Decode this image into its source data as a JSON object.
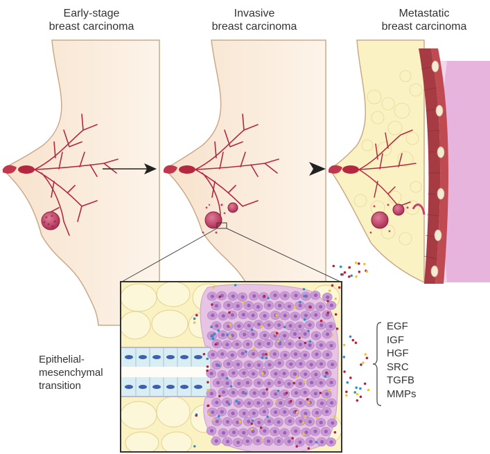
{
  "stage_titles": {
    "early": "Early-stage\nbreast carcinoma",
    "invasive": "Invasive\nbreast carcinoma",
    "metastatic": "Metastatic\nbreast carcinoma"
  },
  "emt_label": "Epithelial-\nmesenchymal\ntransition",
  "secreted_factors": [
    "EGF",
    "IGF",
    "HGF",
    "SRC",
    "TGFB",
    "MMPs"
  ],
  "colors": {
    "skin": "#fbeee0",
    "skin_outline": "#c9a98a",
    "ducts": "#b3283e",
    "tumor": "#c8406a",
    "tumor_cell": "#c99ad6",
    "nucleus": "#9c63b4",
    "adipose": "#fbf2c4",
    "muscle": "#a73b43",
    "chest_wall": "#e6b4dc",
    "dot_red": "#b3213c",
    "dot_blue": "#2e8fc8",
    "dot_yellow": "#e7c53c"
  }
}
